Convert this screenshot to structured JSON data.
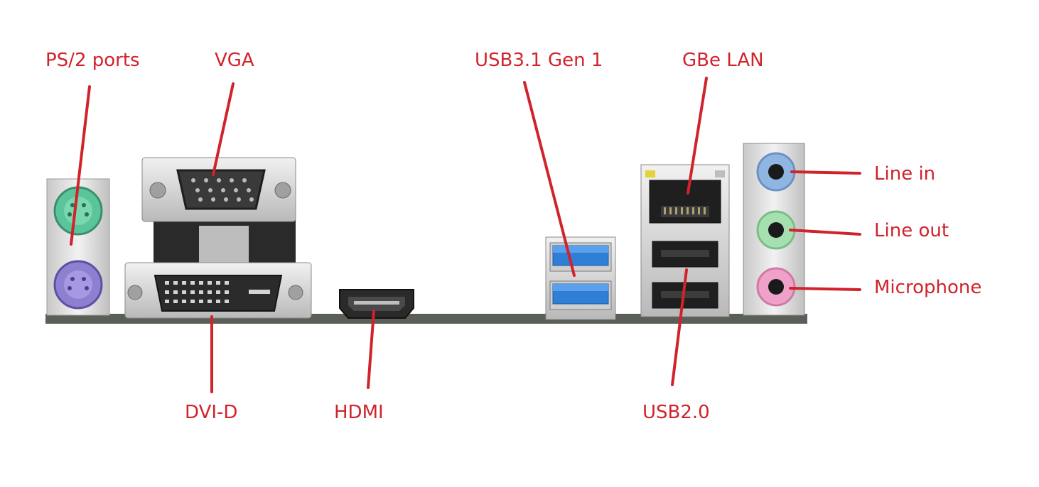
{
  "labels": {
    "ps2": "PS/2 ports",
    "vga": "VGA",
    "usb31": "USB3.1 Gen 1",
    "lan": "GBe LAN",
    "line_in": "Line in",
    "line_out": "Line out",
    "microphone": "Microphone",
    "dvi": "DVI-D",
    "hdmi": "HDMI",
    "usb20": "USB2.0"
  },
  "colors": {
    "label": "#d0232b",
    "leader": "#d0232b",
    "board": "#5a5f57",
    "shield": "#dcdcdc",
    "ps2_keyboard": "#8f7fd1",
    "ps2_mouse": "#5bc49a",
    "usb3": "#2f7fd6",
    "line_in": "#8fb6e3",
    "line_out": "#a6e0b0",
    "microphone": "#f0a1c9"
  }
}
